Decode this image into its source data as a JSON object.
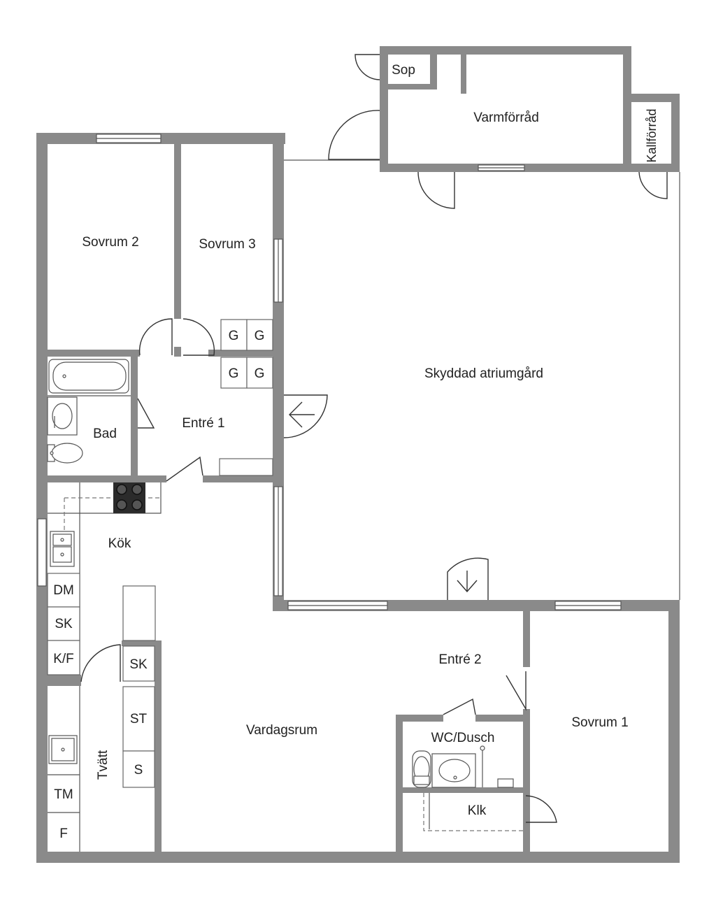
{
  "rooms": {
    "sop": "Sop",
    "varmforrad": "Varmförråd",
    "kallforrad": "Kallförråd",
    "sovrum2": "Sovrum 2",
    "sovrum3": "Sovrum 3",
    "skyddad_atriumgard": "Skyddad atriumgård",
    "bad": "Bad",
    "entre1": "Entré 1",
    "kok": "Kök",
    "entre2": "Entré 2",
    "sovrum1": "Sovrum 1",
    "vardagsrum": "Vardagsrum",
    "wc_dusch": "WC/Dusch",
    "klk": "Klk",
    "tvatt": "Tvätt"
  },
  "fixtures": {
    "g1": "G",
    "g2": "G",
    "g3": "G",
    "g4": "G",
    "dm": "DM",
    "sk_kitchen": "SK",
    "kf": "K/F",
    "sk_hall": "SK",
    "st": "ST",
    "s": "S",
    "tm": "TM",
    "f": "F"
  }
}
